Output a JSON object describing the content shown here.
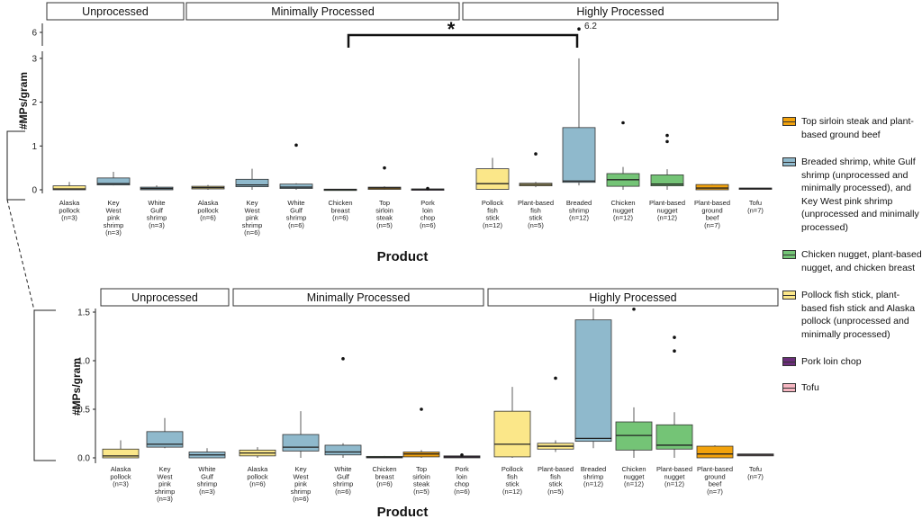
{
  "colors": {
    "orange": "#F2A20C",
    "blue": "#8FB9CC",
    "green": "#74C476",
    "yellow": "#FBE789",
    "purple": "#6B2E7A",
    "pink": "#F6B6C1",
    "strip": "#FFFFFF"
  },
  "legend": [
    {
      "color_key": "orange",
      "label": "Top sirloin steak and plant-based ground beef"
    },
    {
      "color_key": "blue",
      "label": "Breaded shrimp, white Gulf shrimp (unprocessed and minimally processed), and Key West pink shrimp (unprocessed and minimally processed)"
    },
    {
      "color_key": "green",
      "label": "Chicken nugget, plant-based nugget, and chicken breast"
    },
    {
      "color_key": "yellow",
      "label": "Pollock fish stick, plant-based fish stick and Alaska pollock (unprocessed and minimally processed)"
    },
    {
      "color_key": "purple",
      "label": "Pork loin chop"
    },
    {
      "color_key": "pink",
      "label": "Tofu"
    }
  ],
  "chart_data": [
    {
      "type": "box",
      "xlabel": "Product",
      "ylabel": "#MPs/gram",
      "y_break": [
        3.3,
        5.8
      ],
      "yticks": [
        0,
        1,
        2,
        3,
        6
      ],
      "ylim": [
        0,
        6.3
      ],
      "annotation": {
        "text": "*",
        "from": "Chicken breast",
        "to": "Breaded shrimp",
        "outlier_label": "6.2"
      },
      "panels": [
        {
          "title": "Unprocessed",
          "categories": [
            {
              "label": [
                "Alaska",
                "pollock",
                "(n=3)"
              ],
              "color_key": "yellow",
              "q1": 0.0,
              "median": 0.02,
              "q3": 0.09,
              "whisker_low": 0.0,
              "whisker_high": 0.18,
              "outliers": []
            },
            {
              "label": [
                "Key",
                "West",
                "pink",
                "shrimp",
                "(n=3)"
              ],
              "color_key": "blue",
              "q1": 0.11,
              "median": 0.14,
              "q3": 0.27,
              "whisker_low": 0.1,
              "whisker_high": 0.41,
              "outliers": []
            },
            {
              "label": [
                "White",
                "Gulf",
                "shrimp",
                "(n=3)"
              ],
              "color_key": "blue",
              "q1": 0.0,
              "median": 0.03,
              "q3": 0.06,
              "whisker_low": 0.0,
              "whisker_high": 0.1,
              "outliers": []
            }
          ]
        },
        {
          "title": "Minimally Processed",
          "categories": [
            {
              "label": [
                "Alaska",
                "pollock",
                "(n=6)"
              ],
              "color_key": "yellow",
              "q1": 0.02,
              "median": 0.05,
              "q3": 0.08,
              "whisker_low": 0.0,
              "whisker_high": 0.11,
              "outliers": []
            },
            {
              "label": [
                "Key",
                "West",
                "pink",
                "shrimp",
                "(n=6)"
              ],
              "color_key": "blue",
              "q1": 0.07,
              "median": 0.11,
              "q3": 0.24,
              "whisker_low": 0.0,
              "whisker_high": 0.48,
              "outliers": []
            },
            {
              "label": [
                "White",
                "Gulf",
                "shrimp",
                "(n=6)"
              ],
              "color_key": "blue",
              "q1": 0.03,
              "median": 0.06,
              "q3": 0.13,
              "whisker_low": 0.0,
              "whisker_high": 0.15,
              "outliers": [
                1.02
              ]
            },
            {
              "label": [
                "Chicken",
                "breast",
                "(n=6)"
              ],
              "color_key": "green",
              "q1": 0.0,
              "median": 0.005,
              "q3": 0.015,
              "whisker_low": 0.0,
              "whisker_high": 0.02,
              "outliers": []
            },
            {
              "label": [
                "Top",
                "sirloin",
                "steak",
                "(n=5)"
              ],
              "color_key": "orange",
              "q1": 0.01,
              "median": 0.04,
              "q3": 0.06,
              "whisker_low": 0.0,
              "whisker_high": 0.08,
              "outliers": [
                0.5
              ]
            },
            {
              "label": [
                "Pork",
                "loin",
                "chop",
                "(n=6)"
              ],
              "color_key": "purple",
              "q1": 0.0,
              "median": 0.01,
              "q3": 0.02,
              "whisker_low": 0.0,
              "whisker_high": 0.03,
              "outliers": [
                0.03
              ]
            }
          ]
        },
        {
          "title": "Highly Processed",
          "categories": [
            {
              "label": [
                "Pollock",
                "fish",
                "stick",
                "(n=12)"
              ],
              "color_key": "yellow",
              "q1": 0.01,
              "median": 0.14,
              "q3": 0.48,
              "whisker_low": 0.0,
              "whisker_high": 0.73,
              "outliers": []
            },
            {
              "label": [
                "Plant-based",
                "fish",
                "stick",
                "(n=5)"
              ],
              "color_key": "yellow",
              "q1": 0.09,
              "median": 0.12,
              "q3": 0.15,
              "whisker_low": 0.06,
              "whisker_high": 0.18,
              "outliers": [
                0.82
              ]
            },
            {
              "label": [
                "Breaded",
                "shrimp",
                "(n=12)"
              ],
              "color_key": "blue",
              "q1": 0.17,
              "median": 0.2,
              "q3": 1.42,
              "whisker_low": 0.1,
              "whisker_high": 3.0,
              "outliers": [
                6.2
              ]
            },
            {
              "label": [
                "Chicken",
                "nugget",
                "(n=12)"
              ],
              "color_key": "green",
              "q1": 0.08,
              "median": 0.23,
              "q3": 0.37,
              "whisker_low": 0.0,
              "whisker_high": 0.52,
              "outliers": [
                1.53
              ]
            },
            {
              "label": [
                "Plant-based",
                "nugget",
                "(n=12)"
              ],
              "color_key": "green",
              "q1": 0.09,
              "median": 0.13,
              "q3": 0.34,
              "whisker_low": 0.0,
              "whisker_high": 0.47,
              "outliers": [
                1.1,
                1.24
              ]
            },
            {
              "label": [
                "Plant-based",
                "ground",
                "beef",
                "(n=7)"
              ],
              "color_key": "orange",
              "q1": 0.0,
              "median": 0.04,
              "q3": 0.12,
              "whisker_low": 0.0,
              "whisker_high": 0.13,
              "outliers": []
            },
            {
              "label": [
                "Tofu",
                "(n=7)"
              ],
              "color_key": "pink",
              "q1": 0.02,
              "median": 0.03,
              "q3": 0.04,
              "whisker_low": 0.02,
              "whisker_high": 0.04,
              "outliers": []
            }
          ]
        }
      ]
    },
    {
      "type": "box",
      "xlabel": "Product",
      "ylabel": "#MPs/gram",
      "yticks": [
        0.0,
        0.5,
        1.0,
        1.5
      ],
      "ytick_labels": [
        "0.0",
        "0.5",
        "1.0",
        "1.5"
      ],
      "ylim": [
        -0.05,
        1.58
      ],
      "note": "zoomed view of the same data"
    }
  ]
}
